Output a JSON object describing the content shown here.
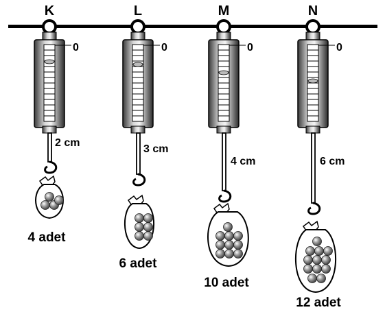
{
  "spring_scales": [
    {
      "label": "K",
      "zero_mark": "0",
      "extension": "2 cm",
      "count": "4 adet",
      "ball_count": 4
    },
    {
      "label": "L",
      "zero_mark": "0",
      "extension": "3 cm",
      "count": "6 adet",
      "ball_count": 6
    },
    {
      "label": "M",
      "zero_mark": "0",
      "extension": "4 cm",
      "count": "10 adet",
      "ball_count": 10
    },
    {
      "label": "N",
      "zero_mark": "0",
      "extension": "6 cm",
      "count": "12 adet",
      "ball_count": 12
    }
  ]
}
